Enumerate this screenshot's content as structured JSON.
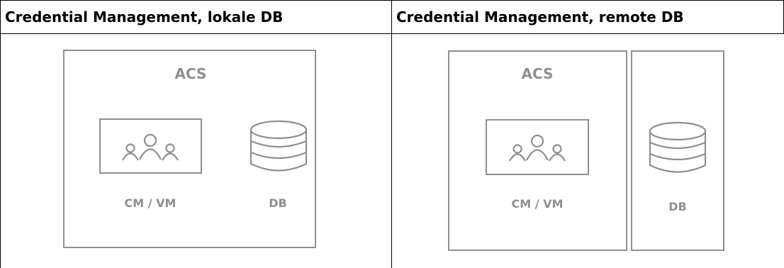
{
  "table": {
    "headers": [
      "Credential Management, lokale DB",
      "Credential Management, remote DB"
    ]
  },
  "diagram_left": {
    "system_label": "ACS",
    "manager_label": "CM / VM",
    "db_label": "DB",
    "manager_icon": "users-group-icon",
    "db_icon": "database-icon"
  },
  "diagram_right": {
    "system_label": "ACS",
    "manager_label": "CM / VM",
    "db_label": "DB",
    "manager_icon": "users-group-icon",
    "db_icon": "database-icon"
  },
  "colors": {
    "diagram_stroke": "#8f8f8f",
    "text": "#000000"
  }
}
